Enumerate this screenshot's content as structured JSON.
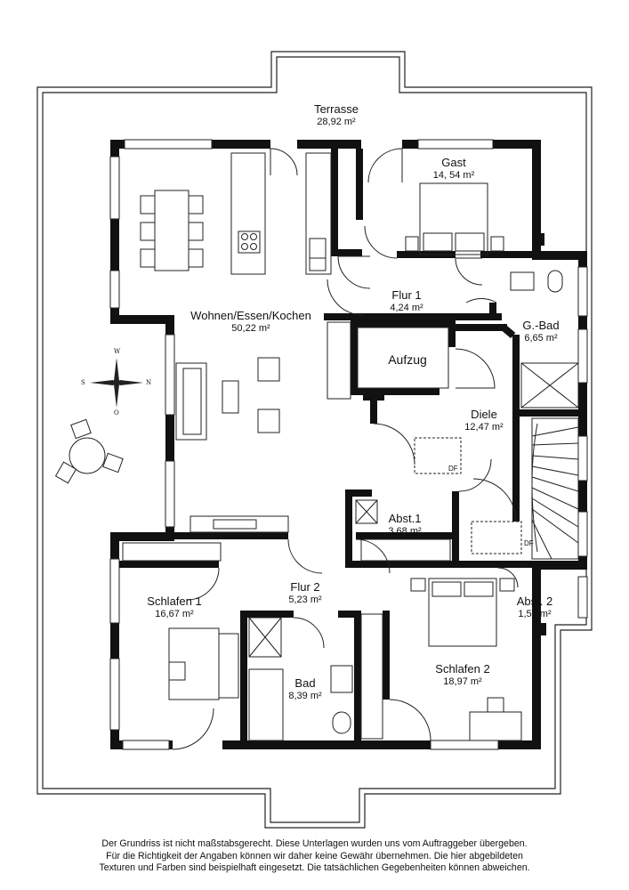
{
  "rooms": {
    "terrasse": {
      "name": "Terrasse",
      "area": "28,92 m²"
    },
    "gast": {
      "name": "Gast",
      "area": "14, 54 m²"
    },
    "flur1": {
      "name": "Flur 1",
      "area": "4,24 m²"
    },
    "wohnen": {
      "name": "Wohnen/Essen/Kochen",
      "area": "50,22 m²"
    },
    "gbad": {
      "name": "G.-Bad",
      "area": "6,65 m²"
    },
    "aufzug": {
      "name": "Aufzug"
    },
    "diele": {
      "name": "Diele",
      "area": "12,47 m²"
    },
    "abst1": {
      "name": "Abst.1",
      "area": "3,68 m²"
    },
    "flur2": {
      "name": "Flur 2",
      "area": "5,23 m²"
    },
    "schlafen1": {
      "name": "Schlafen 1",
      "area": "16,67 m²"
    },
    "abst2": {
      "name": "Abst. 2",
      "area": "1,59 m²"
    },
    "bad": {
      "name": "Bad",
      "area": "8,39 m²"
    },
    "schlafen2": {
      "name": "Schlafen 2",
      "area": "18,97 m²"
    }
  },
  "compass": {
    "n": "N",
    "s": "S",
    "w": "W",
    "o": "O"
  },
  "df_label": "DF",
  "disclaimer": [
    "Der Grundriss ist nicht maßstabsgerecht. Diese Unterlagen wurden uns vom Auftraggeber übergeben.",
    "Für die Richtigkeit der Angaben können wir daher keine Gewähr übernehmen. Die hier abgebildeten",
    "Texturen und Farben sind beispielhaft eingesetzt. Die tatsächlichen Gegebenheiten können abweichen."
  ]
}
